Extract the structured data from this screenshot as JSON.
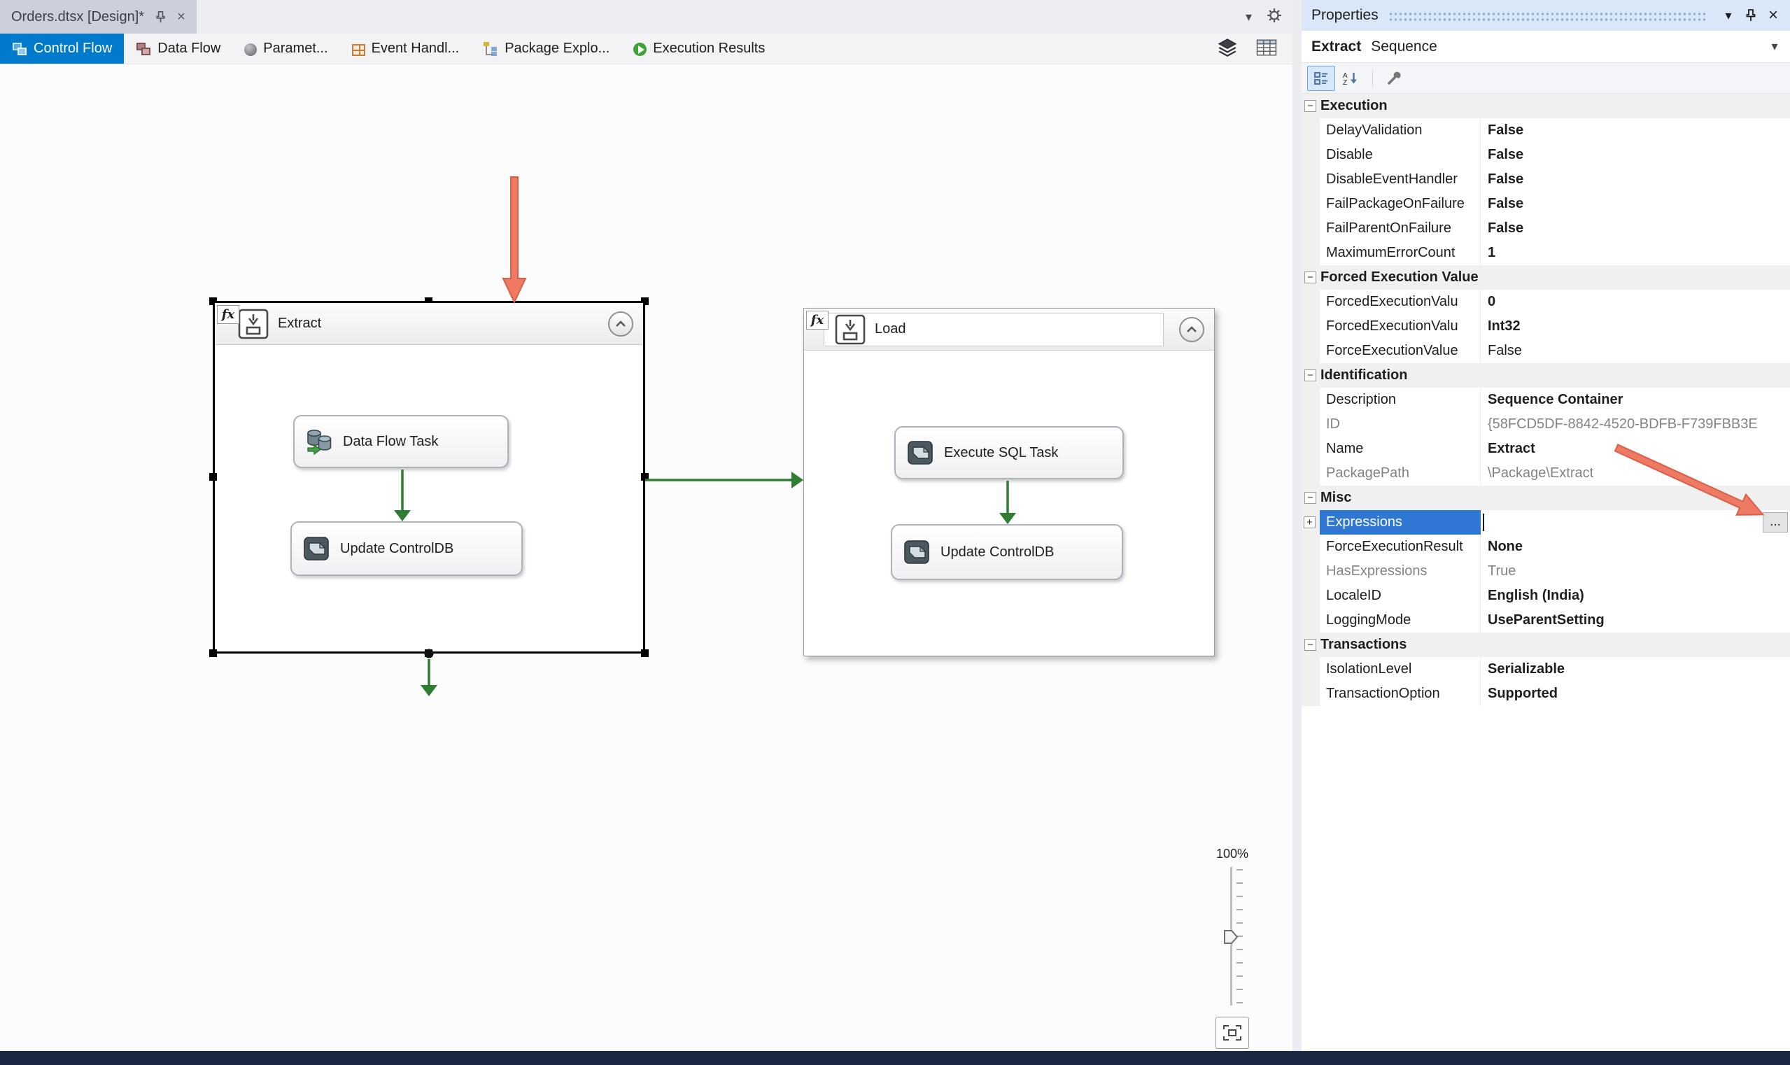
{
  "colors": {
    "accent": "#007ACC",
    "selection_blue": "#2F77D2",
    "constraint_green": "#2E7D32",
    "annotation_red": "#EE7A64"
  },
  "document_bar": {
    "tab_title": "Orders.dtsx [Design]*",
    "icons": [
      "pin-icon",
      "close-icon",
      "chevron-down-icon",
      "gear-icon"
    ]
  },
  "designer_tabs": [
    {
      "label": "Control Flow",
      "icon": "control-flow-icon",
      "active": true
    },
    {
      "label": "Data Flow",
      "icon": "data-flow-icon",
      "active": false
    },
    {
      "label": "Paramet...",
      "icon": "parameters-icon",
      "active": false
    },
    {
      "label": "Event Handl...",
      "icon": "event-handlers-icon",
      "active": false
    },
    {
      "label": "Package Explo...",
      "icon": "package-explorer-icon",
      "active": false
    },
    {
      "label": "Execution Results",
      "icon": "execution-results-icon",
      "active": false
    }
  ],
  "surface_toolbar_icons": [
    "layers-icon",
    "grid-icon"
  ],
  "canvas": {
    "fx_badge": "fx",
    "zoom": {
      "level": "100%"
    },
    "extract_container": {
      "title": "Extract",
      "selected": true,
      "tasks": [
        {
          "label": "Data Flow Task",
          "icon": "data-flow-task-icon"
        },
        {
          "label": "Update ControlDB",
          "icon": "sql-task-icon"
        }
      ]
    },
    "load_container": {
      "title": "Load",
      "selected": false,
      "tasks": [
        {
          "label": "Execute SQL Task",
          "icon": "sql-task-icon"
        },
        {
          "label": "Update ControlDB",
          "icon": "sql-task-icon"
        }
      ]
    }
  },
  "properties_panel": {
    "title": "Properties",
    "object_name": "Extract",
    "object_type": "Sequence",
    "titlebar_icons": [
      "chevron-down-icon",
      "pin-icon",
      "close-icon"
    ],
    "toolbar": [
      {
        "icon": "categorized-icon",
        "selected": true
      },
      {
        "icon": "alphabetical-icon",
        "selected": false
      },
      {
        "icon": "property-pages-icon",
        "selected": false
      }
    ],
    "ellipsis_button": "...",
    "grid_rows": [
      {
        "type": "category",
        "label": "Execution"
      },
      {
        "type": "prop",
        "name": "DelayValidation",
        "value": "False",
        "bold": true
      },
      {
        "type": "prop",
        "name": "Disable",
        "value": "False",
        "bold": true
      },
      {
        "type": "prop",
        "name": "DisableEventHandler",
        "value": "False",
        "bold": true
      },
      {
        "type": "prop",
        "name": "FailPackageOnFailure",
        "value": "False",
        "bold": true
      },
      {
        "type": "prop",
        "name": "FailParentOnFailure",
        "value": "False",
        "bold": true
      },
      {
        "type": "prop",
        "name": "MaximumErrorCount",
        "value": "1",
        "bold": true
      },
      {
        "type": "category",
        "label": "Forced Execution Value"
      },
      {
        "type": "prop",
        "name": "ForcedExecutionValu",
        "value": "0",
        "bold": true
      },
      {
        "type": "prop",
        "name": "ForcedExecutionValu",
        "value": "Int32",
        "bold": true
      },
      {
        "type": "prop",
        "name": "ForceExecutionValue",
        "value": "False",
        "bold": false
      },
      {
        "type": "category",
        "label": "Identification"
      },
      {
        "type": "prop",
        "name": "Description",
        "value": "Sequence Container",
        "bold": true
      },
      {
        "type": "prop",
        "name": "ID",
        "value": "{58FCD5DF-8842-4520-BDFB-F739FBB3E",
        "readonly": true
      },
      {
        "type": "prop",
        "name": "Name",
        "value": "Extract",
        "bold": true
      },
      {
        "type": "prop",
        "name": "PackagePath",
        "value": "\\Package\\Extract",
        "readonly": true
      },
      {
        "type": "category",
        "label": "Misc"
      },
      {
        "type": "prop",
        "name": "Expressions",
        "value": "",
        "selected": true,
        "expandable": true,
        "ellipsis": true
      },
      {
        "type": "prop",
        "name": "ForceExecutionResult",
        "value": "None",
        "bold": true
      },
      {
        "type": "prop",
        "name": "HasExpressions",
        "value": "True",
        "readonly": true
      },
      {
        "type": "prop",
        "name": "LocaleID",
        "value": "English (India)",
        "bold": true
      },
      {
        "type": "prop",
        "name": "LoggingMode",
        "value": "UseParentSetting",
        "bold": true
      },
      {
        "type": "category",
        "label": "Transactions"
      },
      {
        "type": "prop",
        "name": "IsolationLevel",
        "value": "Serializable",
        "bold": true
      },
      {
        "type": "prop",
        "name": "TransactionOption",
        "value": "Supported",
        "bold": true
      }
    ]
  }
}
